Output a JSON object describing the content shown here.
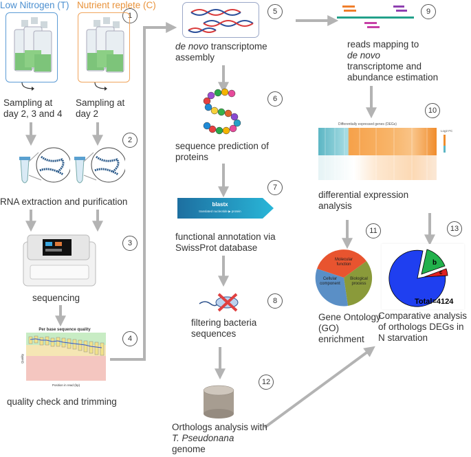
{
  "headers": {
    "low_nitrogen": "Low Nitrogen (T)",
    "nutrient_replete": "Nutrient replete (C)"
  },
  "steps": {
    "s1": {
      "num": "1",
      "label_t": "Sampling at day 2, 3 and 4",
      "label_c": "Sampling at day 2"
    },
    "s2": {
      "num": "2",
      "label": "RNA extraction and purification"
    },
    "s3": {
      "num": "3",
      "label": "sequencing"
    },
    "s4": {
      "num": "4",
      "label": "quality check and trimming",
      "chart_title": "Per base sequence quality",
      "chart_xlabel": "Position in read (bp)",
      "chart_ylabel": "Quality"
    },
    "s5": {
      "num": "5",
      "label_italic": "de novo",
      "label_rest": " transcriptome assembly"
    },
    "s6": {
      "num": "6",
      "label": "sequence prediction of proteins"
    },
    "s7": {
      "num": "7",
      "label": "functional annotation via SwissProt database",
      "blastx": "blastx",
      "blastx_sub": "translated nucleotide ▶ protein"
    },
    "s8": {
      "num": "8",
      "label": "filtering bacteria sequences"
    },
    "s9": {
      "num": "9",
      "label_a": "reads mapping to",
      "label_italic": "de novo",
      "label_b": "transcriptome and abundance estimation"
    },
    "s10": {
      "num": "10",
      "label": "differential expression analysis",
      "heatmap_title": "Differentially expressed genes (DEGs)",
      "heatmap_legend": "Log2 FC"
    },
    "s11": {
      "num": "11",
      "label": "Gene Ontology (GO) enrichment",
      "pie_labels": [
        "Molecular function",
        "Biological process",
        "Cellular component"
      ]
    },
    "s12": {
      "num": "12",
      "label_a": "Orthologs analysis with ",
      "label_italic": "T. Pseudonana",
      "label_b": " genome"
    },
    "s13": {
      "num": "13",
      "label": "Comparative analysis of orthologs DEGs in N starvation",
      "total": "Total=4124",
      "slice_b": "b",
      "slice_c": "c"
    }
  },
  "colors": {
    "blue_flask": "#5b9bd5",
    "orange_flask": "#f0a45c",
    "arrow": "#b3b3b3",
    "go_mf": "#e8542f",
    "go_bp": "#8a9a3a",
    "go_cc": "#5a8fc6",
    "pie_main": "#1f3ff0",
    "pie_green": "#22b14c",
    "pie_red": "#e02020"
  }
}
